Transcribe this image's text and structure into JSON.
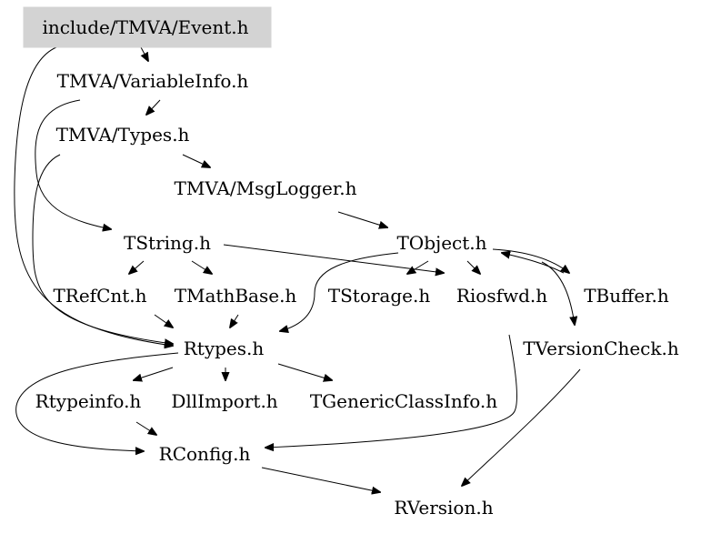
{
  "root_fill": "#d3d3d3",
  "nodes": {
    "event": "include/TMVA/Event.h",
    "variableinfo": "TMVA/VariableInfo.h",
    "types": "TMVA/Types.h",
    "msglogger": "TMVA/MsgLogger.h",
    "tstring": "TString.h",
    "tobject": "TObject.h",
    "trefcnt": "TRefCnt.h",
    "tmathbase": "TMathBase.h",
    "tstorage": "TStorage.h",
    "riosfwd": "Riosfwd.h",
    "tbuffer": "TBuffer.h",
    "rtypes": "Rtypes.h",
    "tversioncheck": "TVersionCheck.h",
    "rtypeinfo": "Rtypeinfo.h",
    "dllimport": "DllImport.h",
    "tgenericclassinfo": "TGenericClassInfo.h",
    "rconfig": "RConfig.h",
    "rversion": "RVersion.h"
  },
  "edges": [
    [
      "event",
      "variableinfo"
    ],
    [
      "event",
      "rtypes"
    ],
    [
      "variableinfo",
      "types"
    ],
    [
      "variableinfo",
      "tstring"
    ],
    [
      "types",
      "msglogger"
    ],
    [
      "types",
      "rtypes"
    ],
    [
      "msglogger",
      "tobject"
    ],
    [
      "tstring",
      "trefcnt"
    ],
    [
      "tstring",
      "tmathbase"
    ],
    [
      "tstring",
      "riosfwd"
    ],
    [
      "tobject",
      "tstorage"
    ],
    [
      "tobject",
      "riosfwd"
    ],
    [
      "tobject",
      "tbuffer"
    ],
    [
      "tobject",
      "rtypes"
    ],
    [
      "tobject",
      "tversioncheck"
    ],
    [
      "tbuffer",
      "tobject"
    ],
    [
      "trefcnt",
      "rtypes"
    ],
    [
      "tmathbase",
      "rtypes"
    ],
    [
      "riosfwd",
      "rconfig"
    ],
    [
      "rtypes",
      "rtypeinfo"
    ],
    [
      "rtypes",
      "dllimport"
    ],
    [
      "rtypes",
      "tgenericclassinfo"
    ],
    [
      "rtypes",
      "rconfig"
    ],
    [
      "rtypeinfo",
      "rconfig"
    ],
    [
      "tversioncheck",
      "rversion"
    ],
    [
      "rconfig",
      "rversion"
    ]
  ]
}
